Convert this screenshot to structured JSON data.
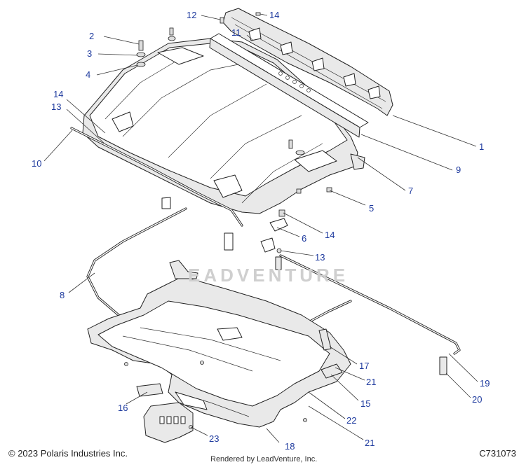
{
  "figure": {
    "kind": "exploded parts diagram",
    "callout_color": "#1e3a9e",
    "line_color": "#222222"
  },
  "callouts": [
    {
      "id": "1",
      "label": "1"
    },
    {
      "id": "2",
      "label": "2"
    },
    {
      "id": "3",
      "label": "3"
    },
    {
      "id": "4",
      "label": "4"
    },
    {
      "id": "5",
      "label": "5"
    },
    {
      "id": "6",
      "label": "6"
    },
    {
      "id": "7",
      "label": "7"
    },
    {
      "id": "8",
      "label": "8"
    },
    {
      "id": "9",
      "label": "9"
    },
    {
      "id": "10",
      "label": "10"
    },
    {
      "id": "11",
      "label": "11"
    },
    {
      "id": "12",
      "label": "12"
    },
    {
      "id": "13a",
      "label": "13"
    },
    {
      "id": "13b",
      "label": "13"
    },
    {
      "id": "14a",
      "label": "14"
    },
    {
      "id": "14b",
      "label": "14"
    },
    {
      "id": "14c",
      "label": "14"
    },
    {
      "id": "15",
      "label": "15"
    },
    {
      "id": "16",
      "label": "16"
    },
    {
      "id": "17",
      "label": "17"
    },
    {
      "id": "18",
      "label": "18"
    },
    {
      "id": "19",
      "label": "19"
    },
    {
      "id": "20",
      "label": "20"
    },
    {
      "id": "21a",
      "label": "21"
    },
    {
      "id": "21b",
      "label": "21"
    },
    {
      "id": "22",
      "label": "22"
    },
    {
      "id": "23",
      "label": "23"
    }
  ],
  "footer": {
    "copyright": "© 2023 Polaris Industries Inc.",
    "diagram_code": "C731073",
    "rendered_by": "Rendered by LeadVenture, Inc."
  },
  "watermark": {
    "text": "EADVENTURE"
  }
}
